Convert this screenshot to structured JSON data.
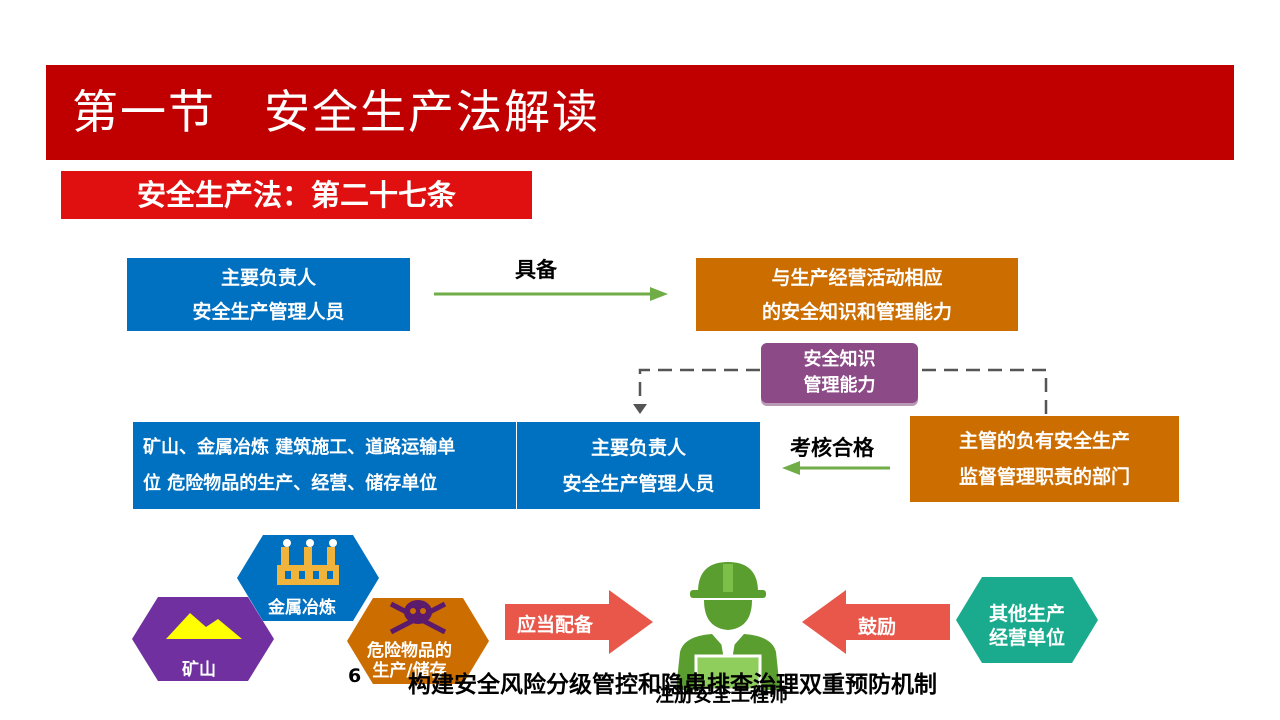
{
  "title": "第一节　安全生产法解读",
  "subtitle": "安全生产法：第二十七条",
  "top_left_box": [
    "主要负责人",
    "安全生产管理人员"
  ],
  "top_arrow_label": "具备",
  "top_right_box": [
    "与生产经营活动相应",
    "的安全知识和管理能力"
  ],
  "purple_box": [
    "安全知识",
    "管理能力"
  ],
  "mid_left_box": [
    "矿山、金属冶炼 建筑施工、道路运输单",
    "位 危险物品的生产、经营、储存单位"
  ],
  "mid_center_box": [
    "主要负责人",
    "安全生产管理人员"
  ],
  "mid_arrow_label": "考核合格",
  "mid_right_box": [
    "主管的负有安全生产",
    "监督管理职责的部门"
  ],
  "hex_mine": "矿山",
  "hex_metal": "金属冶炼",
  "hex_danger": [
    "危险物品的",
    "生产/储存"
  ],
  "arrow_left_label": "应当配备",
  "arrow_right_label": "鼓励",
  "hex_other": [
    "其他生产",
    "经营单位"
  ],
  "worker_label": "注册安全工程师",
  "footer_number": "6",
  "footer_text": "构建安全风险分级管控和隐患排查治理双重预防机制",
  "colors": {
    "banner": "#c00000",
    "blue": "#0070c0",
    "orange": "#cc6d00",
    "purple": "#8c4a86",
    "green_arrow": "#70ad47",
    "red_arrow": "#e8574a",
    "teal": "#1aaa8e"
  }
}
